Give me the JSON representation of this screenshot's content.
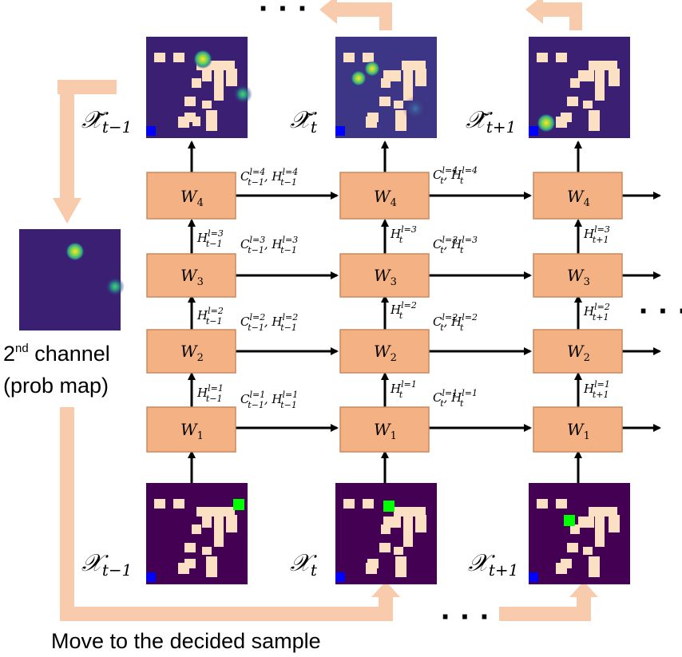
{
  "colors": {
    "box_fill": "#F4B183",
    "box_stroke": "#C9895E",
    "flow_arrow": "#F8CBAD",
    "map_bg": "#440154",
    "map_pred_bg": "#3B1F73",
    "obstacle": "#FCE0C3",
    "goal": "#00FF00",
    "start": "#0000FF"
  },
  "cells": {
    "w1": "W",
    "w1_sub": "1",
    "w2": "W",
    "w2_sub": "2",
    "w3": "W",
    "w3_sub": "3",
    "w4": "W",
    "w4_sub": "4"
  },
  "inputs": {
    "x_prev": "𝒳",
    "x_prev_sub": "t−1",
    "x_cur": "𝒳",
    "x_cur_sub": "t",
    "x_next": "𝒳",
    "x_next_sub": "t+1"
  },
  "outputs": {
    "y_prev": "𝒳̃",
    "y_prev_sub": "t−1",
    "y_cur": "𝒳̃",
    "y_cur_sub": "t",
    "y_next": "𝒳̃",
    "y_next_sub": "t+1"
  },
  "states": {
    "h_prev_1": "H",
    "h_prev_1_sup": "l=1",
    "h_prev_1_sub": "t−1",
    "h_prev_2": "H",
    "h_prev_2_sup": "l=2",
    "h_prev_2_sub": "t−1",
    "h_prev_3": "H",
    "h_prev_3_sup": "l=3",
    "h_prev_3_sub": "t−1",
    "h_cur_1": "H",
    "h_cur_1_sup": "l=1",
    "h_cur_1_sub": "t",
    "h_cur_2": "H",
    "h_cur_2_sup": "l=2",
    "h_cur_2_sub": "t",
    "h_cur_3": "H",
    "h_cur_3_sup": "l=3",
    "h_cur_3_sub": "t",
    "h_next_1": "H",
    "h_next_1_sup": "l=1",
    "h_next_1_sub": "t+1",
    "h_next_2": "H",
    "h_next_2_sup": "l=2",
    "h_next_2_sub": "t+1",
    "h_next_3": "H",
    "h_next_3_sup": "l=3",
    "h_next_3_sub": "t+1",
    "ch_prev_1": "C",
    "ch_prev_1_sup": "l=1",
    "ch_prev_1_sub": "t−1",
    "ch_prev_1_h": ", H",
    "ch_prev_1_hsup": "l=1",
    "ch_prev_1_hsub": "t−1",
    "ch_prev_2": "C",
    "ch_prev_2_sup": "l=2",
    "ch_prev_2_sub": "t−1",
    "ch_prev_2_h": ", H",
    "ch_prev_2_hsup": "l=2",
    "ch_prev_2_hsub": "t−1",
    "ch_prev_3": "C",
    "ch_prev_3_sup": "l=3",
    "ch_prev_3_sub": "t−1",
    "ch_prev_3_h": ", H",
    "ch_prev_3_hsup": "l=3",
    "ch_prev_3_hsub": "t−1",
    "ch_prev_4": "C",
    "ch_prev_4_sup": "l=4",
    "ch_prev_4_sub": "t−1",
    "ch_prev_4_h": ", H",
    "ch_prev_4_hsup": "l=4",
    "ch_prev_4_hsub": "t−1",
    "ch_cur_1": "C",
    "ch_cur_1_sup": "l=1",
    "ch_cur_1_sub": "t",
    "ch_cur_1_h": ", H",
    "ch_cur_1_hsup": "l=1",
    "ch_cur_1_hsub": "t",
    "ch_cur_2": "C",
    "ch_cur_2_sup": "l=2",
    "ch_cur_2_sub": "t",
    "ch_cur_2_h": ", H",
    "ch_cur_2_hsup": "l=2",
    "ch_cur_2_hsub": "t",
    "ch_cur_3": "C",
    "ch_cur_3_sup": "l=3",
    "ch_cur_3_sub": "t",
    "ch_cur_3_h": ", H",
    "ch_cur_3_hsup": "l=3",
    "ch_cur_3_hsub": "t",
    "ch_cur_4": "C",
    "ch_cur_4_sup": "l=4",
    "ch_cur_4_sub": "t",
    "ch_cur_4_h": ", H",
    "ch_cur_4_hsup": "l=4",
    "ch_cur_4_hsub": "t"
  },
  "side_label": {
    "line1": "2",
    "line1_sup": "nd",
    "line1_rest": " channel",
    "line2": "(prob map)"
  },
  "bottom_label": "Move to the decided sample",
  "ellipsis": "· · ·"
}
